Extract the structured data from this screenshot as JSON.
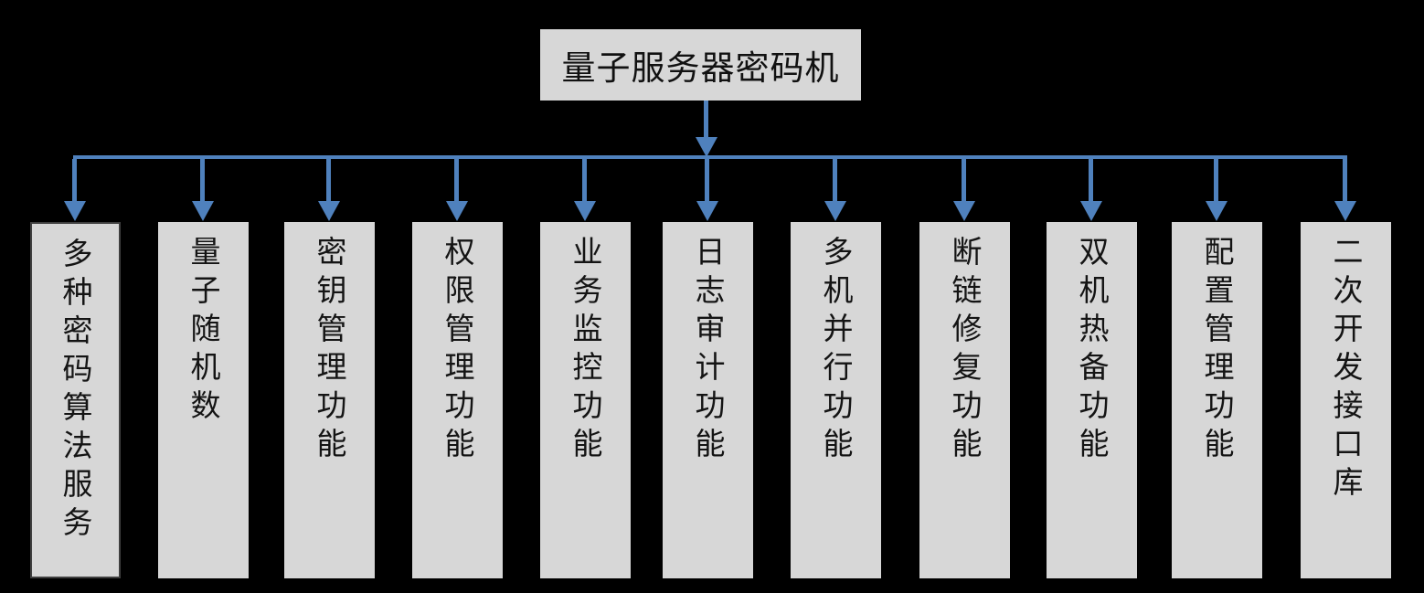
{
  "diagram": {
    "type": "tree",
    "background_color": "#000000",
    "node_fill_color": "#d7d7d7",
    "node_text_color": "#141414",
    "connector_color": "#4f81bd",
    "first_child_border_color": "#3f3f3f",
    "root": {
      "label": "量子服务器密码机"
    },
    "children": [
      {
        "label": "多种密码算法服务"
      },
      {
        "label": "量子随机数"
      },
      {
        "label": "密钥管理功能"
      },
      {
        "label": "权限管理功能"
      },
      {
        "label": "业务监控功能"
      },
      {
        "label": "日志审计功能"
      },
      {
        "label": "多机并行功能"
      },
      {
        "label": "断链修复功能"
      },
      {
        "label": "双机热备功能"
      },
      {
        "label": "配置管理功能"
      },
      {
        "label": "二次开发接口库"
      }
    ]
  }
}
